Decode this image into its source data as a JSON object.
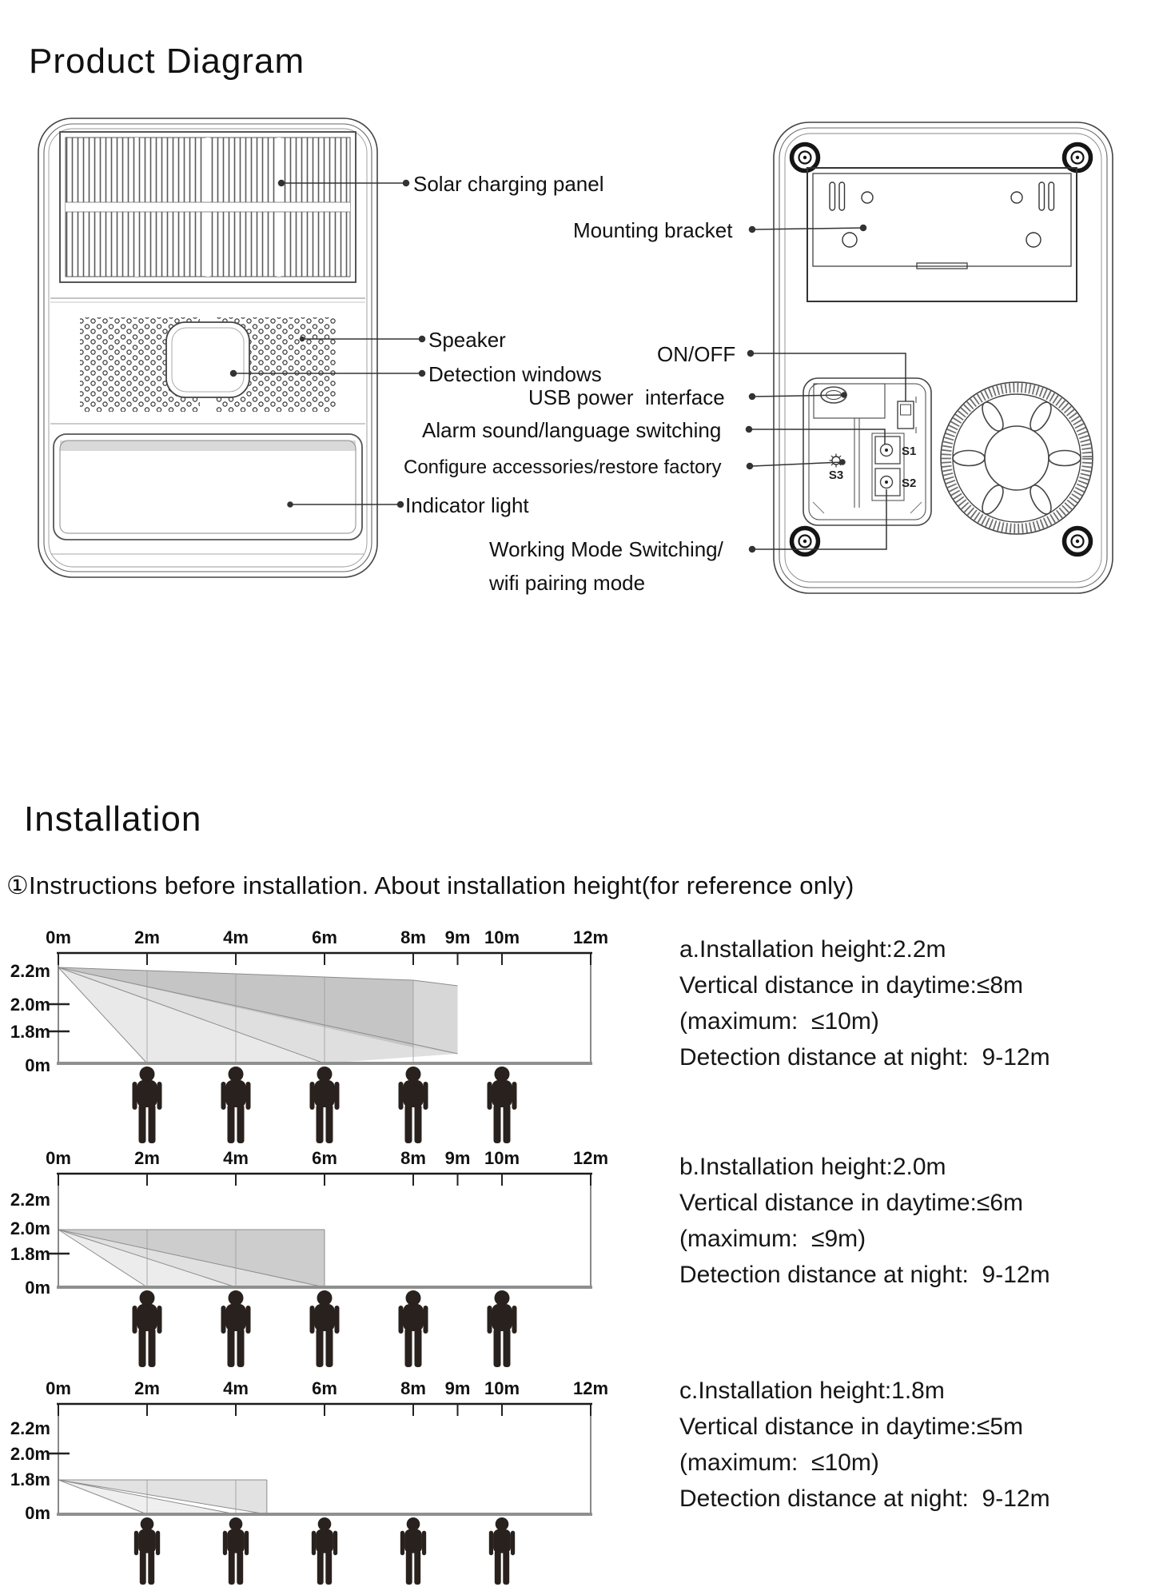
{
  "page": {
    "background": "#ffffff",
    "ink": "#1a1a1a"
  },
  "product_diagram": {
    "title": "Product Diagram",
    "labels": {
      "solar": "Solar charging panel",
      "mounting": "Mounting bracket",
      "speaker": "Speaker",
      "detection": "Detection windows",
      "onoff": "ON/OFF",
      "usb": "USB power  interface",
      "alarm": "Alarm sound/language switching",
      "configure": "Configure accessories/restore factory",
      "indicator": "Indicator light",
      "working1": "Working Mode Switching/",
      "working2": "wifi pairing mode"
    },
    "switch_labels": {
      "s1": "S1",
      "s2": "S2",
      "s3": "S3"
    }
  },
  "installation": {
    "title": "Installation",
    "intro": "①Instructions before installation. About installation height(for reference only)",
    "notes": [
      {
        "lines": [
          "a.Installation height:2.2m",
          "Vertical distance in daytime:≤8m",
          "(maximum:  ≤10m)",
          "Detection distance at night:  9-12m"
        ]
      },
      {
        "lines": [
          "b.Installation height:2.0m",
          "Vertical distance in daytime:≤6m",
          "(maximum:  ≤9m)",
          "Detection distance at night:  9-12m"
        ]
      },
      {
        "lines": [
          "c.Installation height:1.8m",
          "Vertical distance in daytime:≤5m",
          "(maximum:  ≤10m)",
          "Detection distance at night:  9-12m"
        ]
      }
    ]
  },
  "chart_data": [
    {
      "type": "area",
      "title": "Installation height 2.2m",
      "x_ticks": [
        "0m",
        "2m",
        "4m",
        "6m",
        "8m",
        "9m",
        "10m",
        "12m"
      ],
      "x_values_m": [
        0,
        2,
        4,
        6,
        8,
        9,
        10,
        12
      ],
      "y_labels": [
        "2.2m",
        "2.0m",
        "1.8m",
        "0m"
      ],
      "installation_height_m": 2.2,
      "daytime_vertical_distance_m": 8,
      "daytime_maximum_m": 10,
      "shaded_extent_m": 9,
      "night_detection_range_m": "9-12",
      "figures_at_m": [
        2,
        4,
        6,
        8,
        10
      ]
    },
    {
      "type": "area",
      "title": "Installation height 2.0m",
      "x_ticks": [
        "0m",
        "2m",
        "4m",
        "6m",
        "8m",
        "9m",
        "10m",
        "12m"
      ],
      "x_values_m": [
        0,
        2,
        4,
        6,
        8,
        9,
        10,
        12
      ],
      "y_labels": [
        "2.2m",
        "2.0m",
        "1.8m",
        "0m"
      ],
      "installation_height_m": 2.0,
      "daytime_vertical_distance_m": 6,
      "daytime_maximum_m": 9,
      "shaded_extent_m": 6,
      "night_detection_range_m": "9-12",
      "figures_at_m": [
        2,
        4,
        6,
        8,
        10
      ]
    },
    {
      "type": "area",
      "title": "Installation height 1.8m",
      "x_ticks": [
        "0m",
        "2m",
        "4m",
        "6m",
        "8m",
        "9m",
        "10m",
        "12m"
      ],
      "x_values_m": [
        0,
        2,
        4,
        6,
        8,
        9,
        10,
        12
      ],
      "y_labels": [
        "2.2m",
        "2.0m",
        "1.8m",
        "0m"
      ],
      "installation_height_m": 1.8,
      "daytime_vertical_distance_m": 5,
      "daytime_maximum_m": 10,
      "shaded_extent_m": 4.7,
      "night_detection_range_m": "9-12",
      "figures_at_m": [
        2,
        4,
        6,
        8,
        10
      ]
    }
  ]
}
